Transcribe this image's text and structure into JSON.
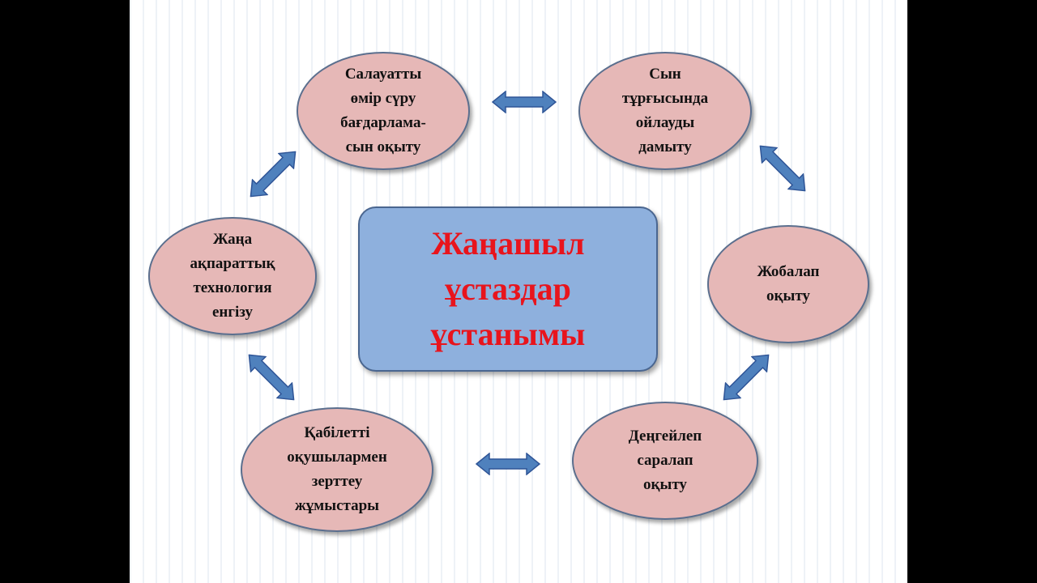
{
  "diagram": {
    "center": {
      "title": "Жаңашыл\nұстаздар\nұстанымы"
    },
    "nodes": {
      "healthy": "Салауатты\nөмір сүру\nбағдарлама-\nсын оқыту",
      "critical": "Сын\nтұрғысында\nойлауды\nдамыту",
      "project": "Жобалап\nоқыту",
      "levels": "Деңгейлеп\nсаралап\nоқыту",
      "gifted": "Қабілетті\nоқушылармен\nзерттеу\nжұмыстары",
      "ict": "Жаңа\nақпараттық\nтехнология\nенгізу"
    },
    "colors": {
      "node_fill": "#e6b8b7",
      "center_fill": "#8eb0dd",
      "center_text": "#e8141c",
      "arrow": "#4f81bd"
    }
  }
}
